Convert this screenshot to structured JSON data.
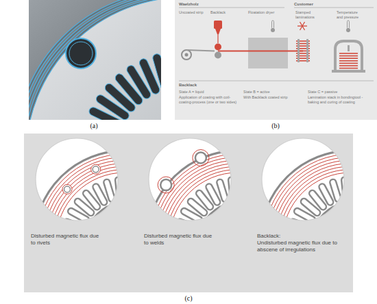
{
  "diagram": {
    "nodes": [
      {
        "text": [
          "Waelzholz",
          "Customer",
          "Uncoated strip",
          "Backlack",
          "Floatation dryer",
          "Stamped laminations",
          "Temperature and pressure",
          "Backlack",
          "State A = liquid",
          "Application of coating with coil-coating-process (one or two sides)",
          "State B = active",
          "With Backlack coated strip",
          "State C = passive",
          "Lamination stack in bondingtool - baking and curing of coating"
        ]
      },
      {
        "text": [
          "Disturbed magnetic flux due to rivets",
          "Disturbed magnetic flux due to welds",
          "Backlack:",
          "Undisturbed magnetic flux due to abscene of irregulations"
        ]
      }
    ],
    "labels": [
      "(a)",
      "(b)",
      "(c)"
    ]
  }
}
